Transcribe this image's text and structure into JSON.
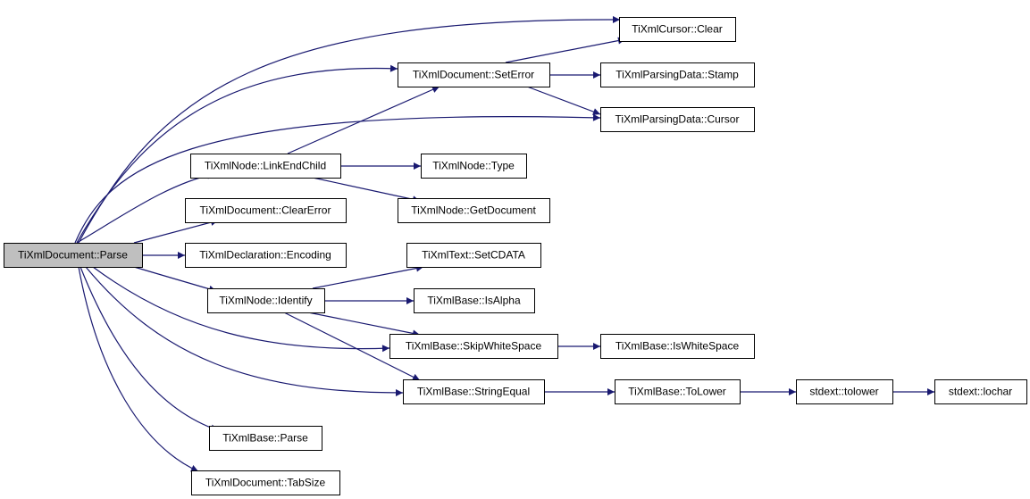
{
  "graph": {
    "colors": {
      "edge": "#191970",
      "node_border": "#000000",
      "node_fill": "#ffffff",
      "root_fill": "#bfbfbf"
    },
    "root": "TiXmlDocument::Parse",
    "nodes": [
      {
        "id": "parse",
        "label": "TiXmlDocument::Parse",
        "root": true
      },
      {
        "id": "cursor_clear",
        "label": "TiXmlCursor::Clear"
      },
      {
        "id": "set_error",
        "label": "TiXmlDocument::SetError"
      },
      {
        "id": "stamp",
        "label": "TiXmlParsingData::Stamp"
      },
      {
        "id": "pd_cursor",
        "label": "TiXmlParsingData::Cursor"
      },
      {
        "id": "link_end_child",
        "label": "TiXmlNode::LinkEndChild"
      },
      {
        "id": "node_type",
        "label": "TiXmlNode::Type"
      },
      {
        "id": "get_document",
        "label": "TiXmlNode::GetDocument"
      },
      {
        "id": "clear_error",
        "label": "TiXmlDocument::ClearError"
      },
      {
        "id": "encoding",
        "label": "TiXmlDeclaration::Encoding"
      },
      {
        "id": "set_cdata",
        "label": "TiXmlText::SetCDATA"
      },
      {
        "id": "identify",
        "label": "TiXmlNode::Identify"
      },
      {
        "id": "is_alpha",
        "label": "TiXmlBase::IsAlpha"
      },
      {
        "id": "skip_ws",
        "label": "TiXmlBase::SkipWhiteSpace"
      },
      {
        "id": "is_ws",
        "label": "TiXmlBase::IsWhiteSpace"
      },
      {
        "id": "string_equal",
        "label": "TiXmlBase::StringEqual"
      },
      {
        "id": "to_lower",
        "label": "TiXmlBase::ToLower"
      },
      {
        "id": "stdext_tolower",
        "label": "stdext::tolower"
      },
      {
        "id": "stdext_lochar",
        "label": "stdext::lochar"
      },
      {
        "id": "base_parse",
        "label": "TiXmlBase::Parse"
      },
      {
        "id": "tab_size",
        "label": "TiXmlDocument::TabSize"
      }
    ],
    "edges": [
      {
        "from": "parse",
        "to": "cursor_clear"
      },
      {
        "from": "parse",
        "to": "set_error"
      },
      {
        "from": "parse",
        "to": "pd_cursor"
      },
      {
        "from": "parse",
        "to": "link_end_child"
      },
      {
        "from": "parse",
        "to": "clear_error"
      },
      {
        "from": "parse",
        "to": "encoding"
      },
      {
        "from": "parse",
        "to": "identify"
      },
      {
        "from": "parse",
        "to": "skip_ws"
      },
      {
        "from": "parse",
        "to": "string_equal"
      },
      {
        "from": "parse",
        "to": "base_parse"
      },
      {
        "from": "parse",
        "to": "tab_size"
      },
      {
        "from": "set_error",
        "to": "cursor_clear"
      },
      {
        "from": "set_error",
        "to": "stamp"
      },
      {
        "from": "set_error",
        "to": "pd_cursor"
      },
      {
        "from": "link_end_child",
        "to": "set_error"
      },
      {
        "from": "link_end_child",
        "to": "node_type"
      },
      {
        "from": "link_end_child",
        "to": "get_document"
      },
      {
        "from": "identify",
        "to": "set_cdata"
      },
      {
        "from": "identify",
        "to": "is_alpha"
      },
      {
        "from": "identify",
        "to": "skip_ws"
      },
      {
        "from": "identify",
        "to": "string_equal"
      },
      {
        "from": "skip_ws",
        "to": "is_ws"
      },
      {
        "from": "string_equal",
        "to": "to_lower"
      },
      {
        "from": "to_lower",
        "to": "stdext_tolower"
      },
      {
        "from": "stdext_tolower",
        "to": "stdext_lochar"
      }
    ]
  }
}
